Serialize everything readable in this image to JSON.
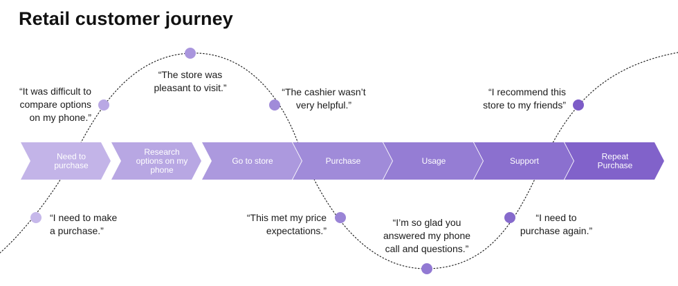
{
  "title": "Retail customer journey",
  "stages": [
    {
      "label": "Need to\npurchase",
      "color": "#c3b4e8"
    },
    {
      "label": "Research\noptions on my\nphone",
      "color": "#b8a7e3"
    },
    {
      "label": "Go to store",
      "color": "#ac99de"
    },
    {
      "label": "Purchase",
      "color": "#a08bd9"
    },
    {
      "label": "Usage",
      "color": "#957dd4"
    },
    {
      "label": "Support",
      "color": "#8b70cf"
    },
    {
      "label": "Repeat\nPurchase",
      "color": "#8162ca"
    }
  ],
  "quotes": [
    {
      "text": "“I need to make\na purchase.”",
      "dot_color": "#c6b8ea"
    },
    {
      "text": "“It was difficult to\ncompare options\non my phone.”",
      "dot_color": "#b9a8e4"
    },
    {
      "text": "“The store was\npleasant to visit.”",
      "dot_color": "#a995dd"
    },
    {
      "text": "“The cashier wasn’t\nvery helpful.”",
      "dot_color": "#a08bd9"
    },
    {
      "text": "“This met my price\nexpectations.”",
      "dot_color": "#9a84d6"
    },
    {
      "text": "“I’m so glad you\nanswered my phone\ncall and questions.”",
      "dot_color": "#9279d3"
    },
    {
      "text": "“I need to\npurchase again.”",
      "dot_color": "#866acc"
    },
    {
      "text": "“I recommend this\nstore to my friends”",
      "dot_color": "#7d5cc7"
    }
  ]
}
